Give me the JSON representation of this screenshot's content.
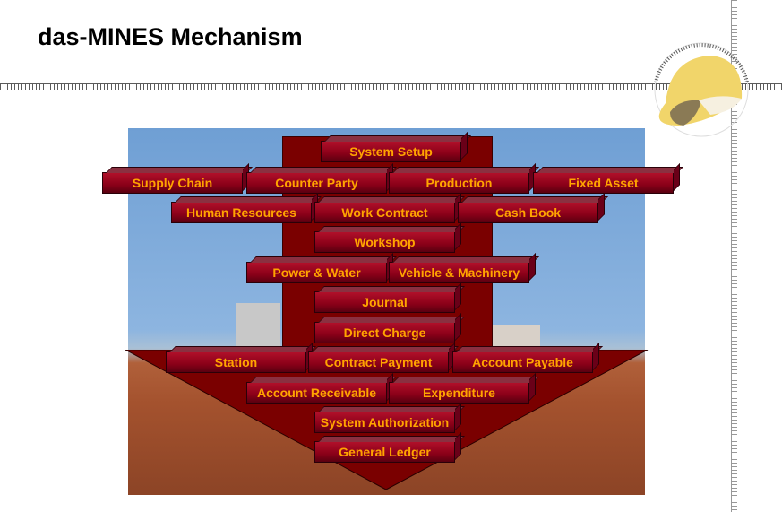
{
  "title": "das-MINES Mechanism",
  "modules": {
    "system_setup": "System Setup",
    "supply_chain": "Supply Chain",
    "counter_party": "Counter Party",
    "production": "Production",
    "fixed_asset": "Fixed Asset",
    "human_resources": "Human Resources",
    "work_contract": "Work Contract",
    "cash_book": "Cash Book",
    "workshop": "Workshop",
    "power_water": "Power & Water",
    "vehicle_machinery": "Vehicle & Machinery",
    "journal": "Journal",
    "direct_charge": "Direct Charge",
    "station": "Station",
    "contract_payment": "Contract Payment",
    "account_payable": "Account Payable",
    "account_receivable": "Account Receivable",
    "expenditure": "Expenditure",
    "system_authorization": "System Authorization",
    "general_ledger": "General Ledger"
  },
  "colors": {
    "box": "#8a0018",
    "text": "#ffa500",
    "column": "#7a0000"
  }
}
